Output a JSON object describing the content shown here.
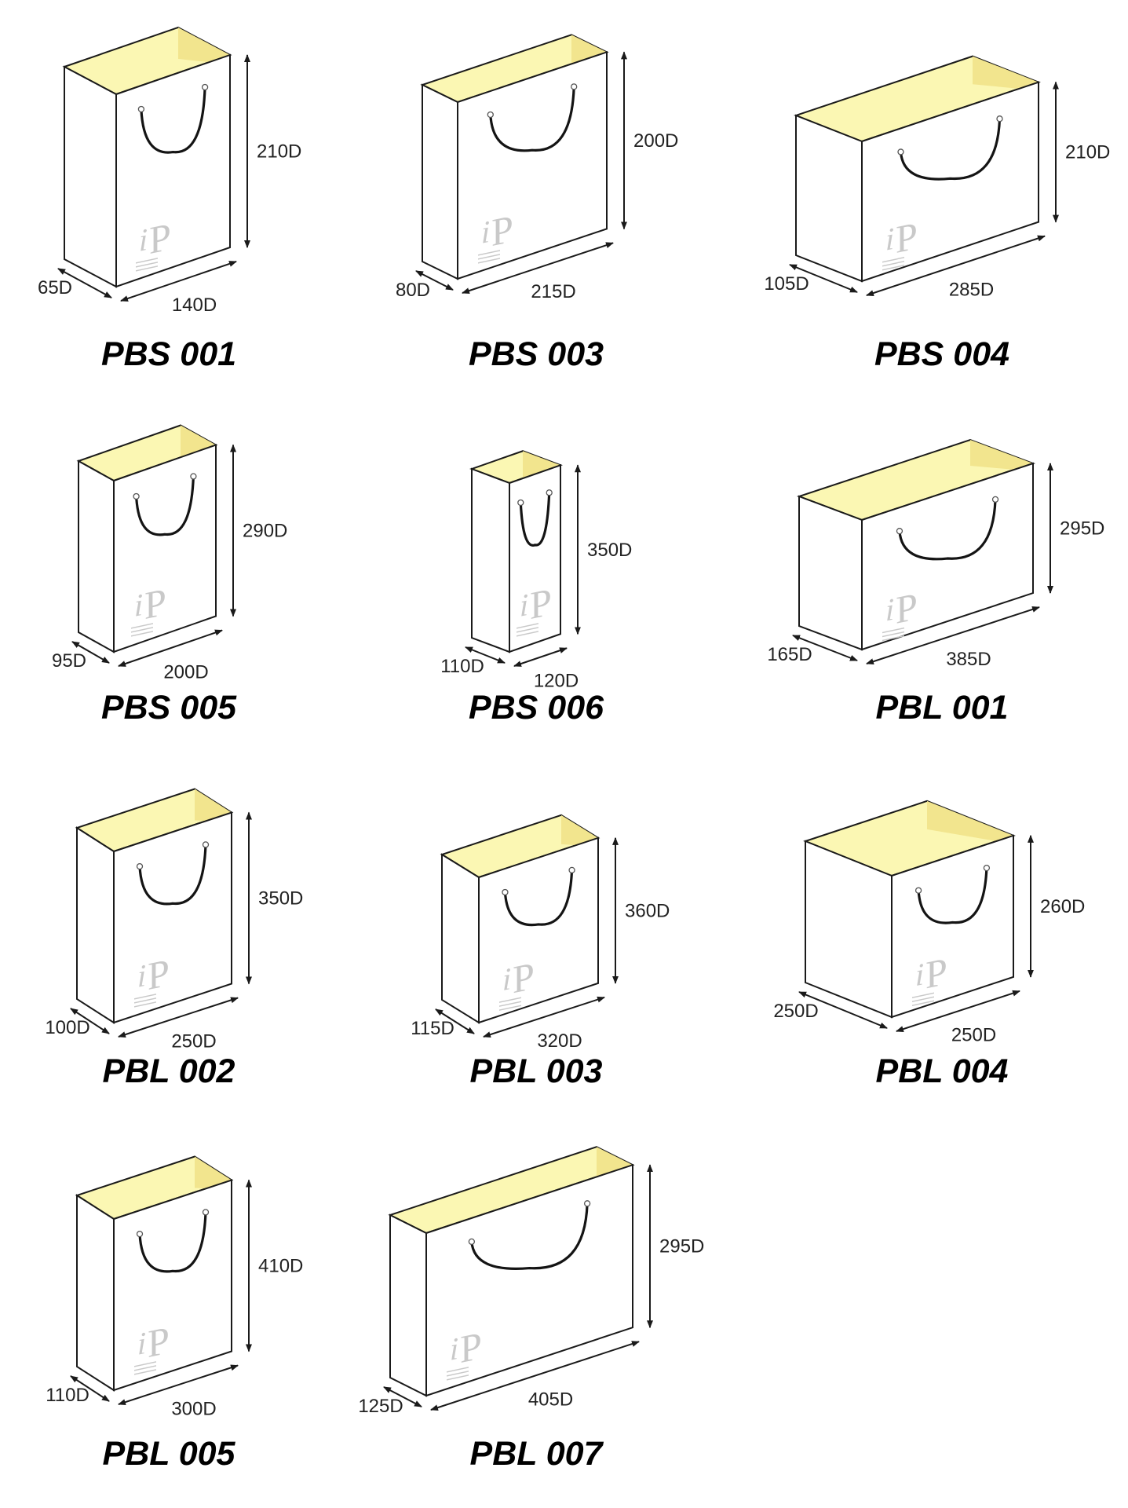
{
  "colors": {
    "interior": "#fbf7b3",
    "interior_side": "#f2e58e",
    "outline": "#1a1a1a",
    "handle": "#141414",
    "watermark": "#c9c9c9"
  },
  "watermark": {
    "letter_i": "i",
    "letter_p": "P"
  },
  "bags": [
    {
      "code": "PBS 001",
      "width": "140D",
      "depth": "65D",
      "height": "210D"
    },
    {
      "code": "PBS 003",
      "width": "215D",
      "depth": "80D",
      "height": "200D"
    },
    {
      "code": "PBS 004",
      "width": "285D",
      "depth": "105D",
      "height": "210D"
    },
    {
      "code": "PBS 005",
      "width": "200D",
      "depth": "95D",
      "height": "290D"
    },
    {
      "code": "PBS 006",
      "width": "120D",
      "depth": "110D",
      "height": "350D"
    },
    {
      "code": "PBL 001",
      "width": "385D",
      "depth": "165D",
      "height": "295D"
    },
    {
      "code": "PBL 002",
      "width": "250D",
      "depth": "100D",
      "height": "350D"
    },
    {
      "code": "PBL 003",
      "width": "320D",
      "depth": "115D",
      "height": "360D"
    },
    {
      "code": "PBL 004",
      "width": "250D",
      "depth": "250D",
      "height": "260D"
    },
    {
      "code": "PBL 005",
      "width": "300D",
      "depth": "110D",
      "height": "410D"
    },
    {
      "code": "PBL 007",
      "width": "405D",
      "depth": "125D",
      "height": "295D"
    }
  ]
}
